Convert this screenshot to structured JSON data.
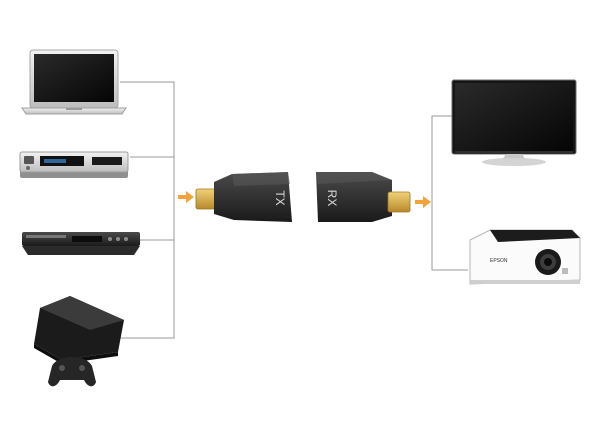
{
  "transmitter": {
    "label": "TX"
  },
  "receiver": {
    "label": "RX"
  },
  "sources": [
    {
      "id": "laptop",
      "icon": "laptop-icon"
    },
    {
      "id": "set-top-box",
      "icon": "set-top-box-icon"
    },
    {
      "id": "dvd-player",
      "icon": "dvd-player-icon"
    },
    {
      "id": "game-console",
      "icon": "game-console-icon"
    }
  ],
  "displays": [
    {
      "id": "tv",
      "icon": "tv-icon"
    },
    {
      "id": "projector",
      "icon": "projector-icon",
      "brand": "EPSON"
    }
  ],
  "colors": {
    "line": "#9a9a9a",
    "arrow": "#f2a33a",
    "device_dark": "#1f1f1f",
    "device_mid": "#3a3a3a",
    "silver": "#d9d9d9",
    "gold": "#d8b24a"
  }
}
